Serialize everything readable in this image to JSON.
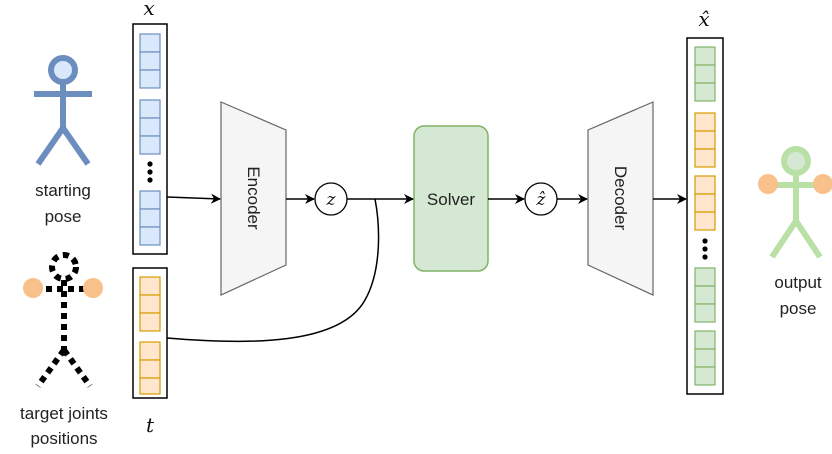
{
  "labels": {
    "starting_pose_line1": "starting",
    "starting_pose_line2": "pose",
    "target_line1": "target joints",
    "target_line2": "positions",
    "output_line1": "output",
    "output_line2": "pose"
  },
  "symbols": {
    "x": "x",
    "x_hat": "x̂",
    "t": "t",
    "z": "z",
    "z_hat": "ẑ"
  },
  "blocks": {
    "encoder": "Encoder",
    "solver": "Solver",
    "decoder": "Decoder"
  },
  "colors": {
    "blue_fill": "#dae8fc",
    "blue_stroke": "#6c8ebf",
    "figure_blue": "#6c8ebf",
    "orange_fill": "#ffe6cc",
    "orange_stroke": "#d79b00",
    "joint_orange": "#f8c08a",
    "green_fill": "#d5e8d4",
    "green_stroke": "#82b366",
    "figure_green": "#b9e0a5",
    "trap_fill": "#f5f5f5",
    "trap_stroke": "#666666"
  },
  "icons": [
    "starting-pose-figure-icon",
    "target-joints-figure-icon",
    "output-pose-figure-icon",
    "ellipsis-icon"
  ]
}
